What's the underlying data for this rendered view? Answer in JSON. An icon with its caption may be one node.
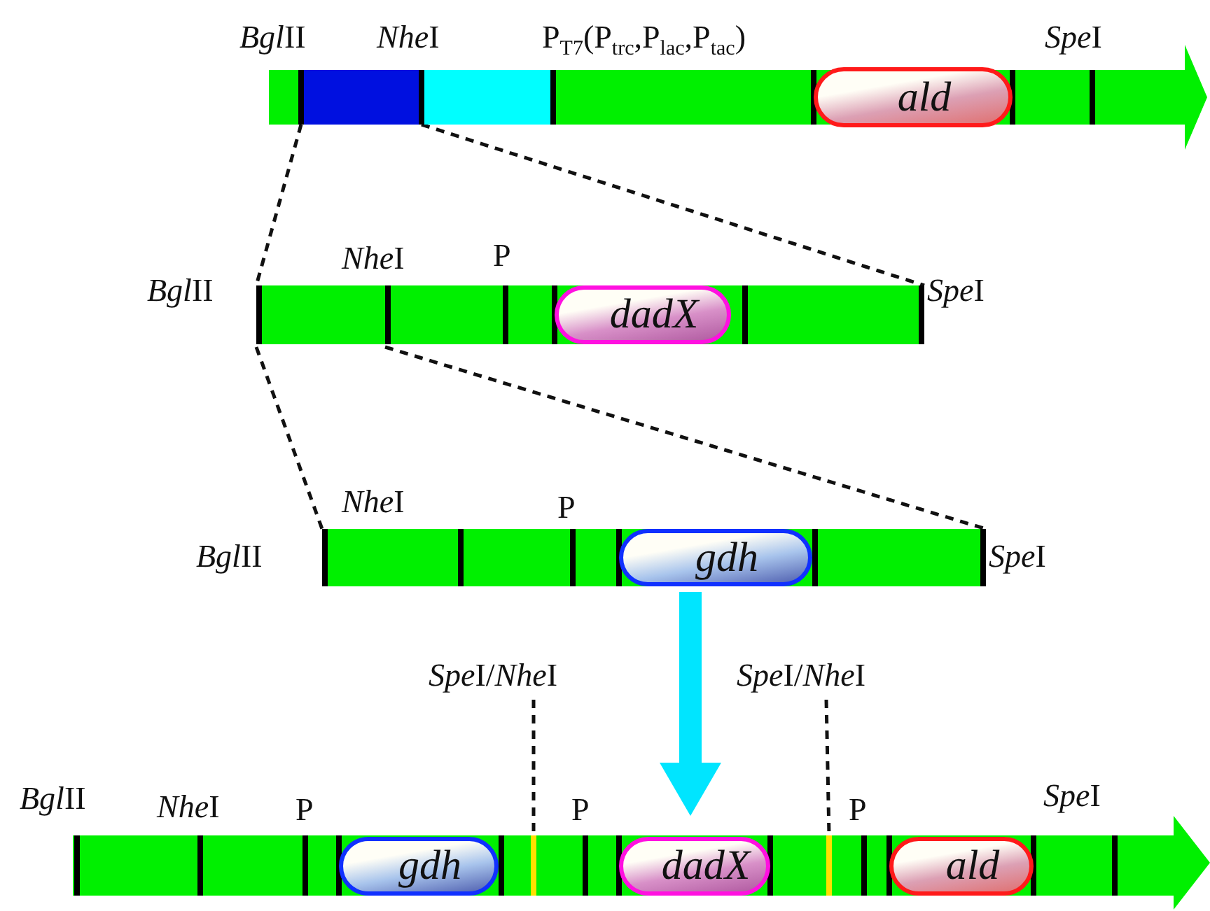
{
  "diagram": {
    "nodes": [
      {
        "text": [],
        "shape": "bar",
        "beside": [
          "BglII",
          "NheI",
          "P$_{T7}$(P$_{trc}$,P$_{lac}$,P$_{tac}$)",
          "SpeI"
        ]
      },
      {
        "text": [
          "ald"
        ],
        "in": 0
      },
      {
        "text": [],
        "shape": "bar",
        "beside": [
          "BglII",
          "NheI",
          "P",
          "SpeI"
        ]
      },
      {
        "text": [
          "dadX"
        ],
        "in": 2
      },
      {
        "text": [],
        "shape": "bar",
        "beside": [
          "BglII",
          "NheI",
          "P",
          "SpeI"
        ]
      },
      {
        "text": [
          "gdh"
        ],
        "in": 4
      },
      {
        "text": [],
        "shape": "bar",
        "beside": [
          "BglII",
          "NheI",
          "P",
          "P",
          "P",
          "SpeI"
        ]
      },
      {
        "text": [
          "gdh"
        ],
        "in": 6
      },
      {
        "text": [
          "dadX"
        ],
        "in": 6
      },
      {
        "text": [
          "ald"
        ],
        "in": 6
      },
      {
        "text": [
          "SpeI/NheI"
        ]
      },
      {
        "text": [],
        "shape": "bar",
        "in": 6
      },
      {
        "text": [
          "SpeI/NheI"
        ]
      },
      {
        "text": [],
        "shape": "bar",
        "in": 6
      }
    ],
    "edges": [
      {
        "from": 0,
        "to": 2,
        "arrow": "none",
        "style": "dashed"
      },
      {
        "from": 0,
        "to": 2,
        "arrow": "none",
        "style": "dashed"
      },
      {
        "from": 2,
        "to": 4,
        "arrow": "none",
        "style": "dashed"
      },
      {
        "from": 2,
        "to": 4,
        "arrow": "none",
        "style": "dashed"
      },
      {
        "from": 4,
        "to": 6,
        "arrow": "to",
        "style": "thick",
        "color": "#00e5ff"
      },
      {
        "from": 10,
        "to": 11,
        "arrow": "none",
        "style": "dashed"
      },
      {
        "from": 12,
        "to": 13,
        "arrow": "none",
        "style": "dashed"
      }
    ]
  }
}
